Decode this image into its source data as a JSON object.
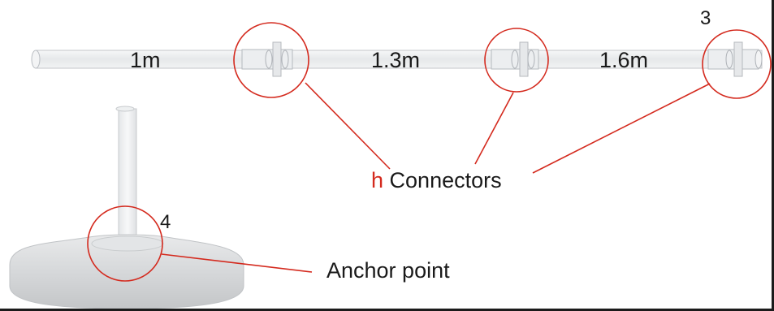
{
  "segments": [
    {
      "label": "1m"
    },
    {
      "label": "1.3m"
    },
    {
      "label": "1.6m"
    }
  ],
  "markers": {
    "connector_end": "3",
    "anchor": "4"
  },
  "callouts": {
    "connectors_prefix": "h",
    "connectors_text": "Connectors",
    "anchor_text": "Anchor point"
  },
  "colors": {
    "highlight": "#d42a1e",
    "tube": "#eef0f2",
    "tube_edge": "#b9bdc2",
    "base": "#dadcde"
  }
}
